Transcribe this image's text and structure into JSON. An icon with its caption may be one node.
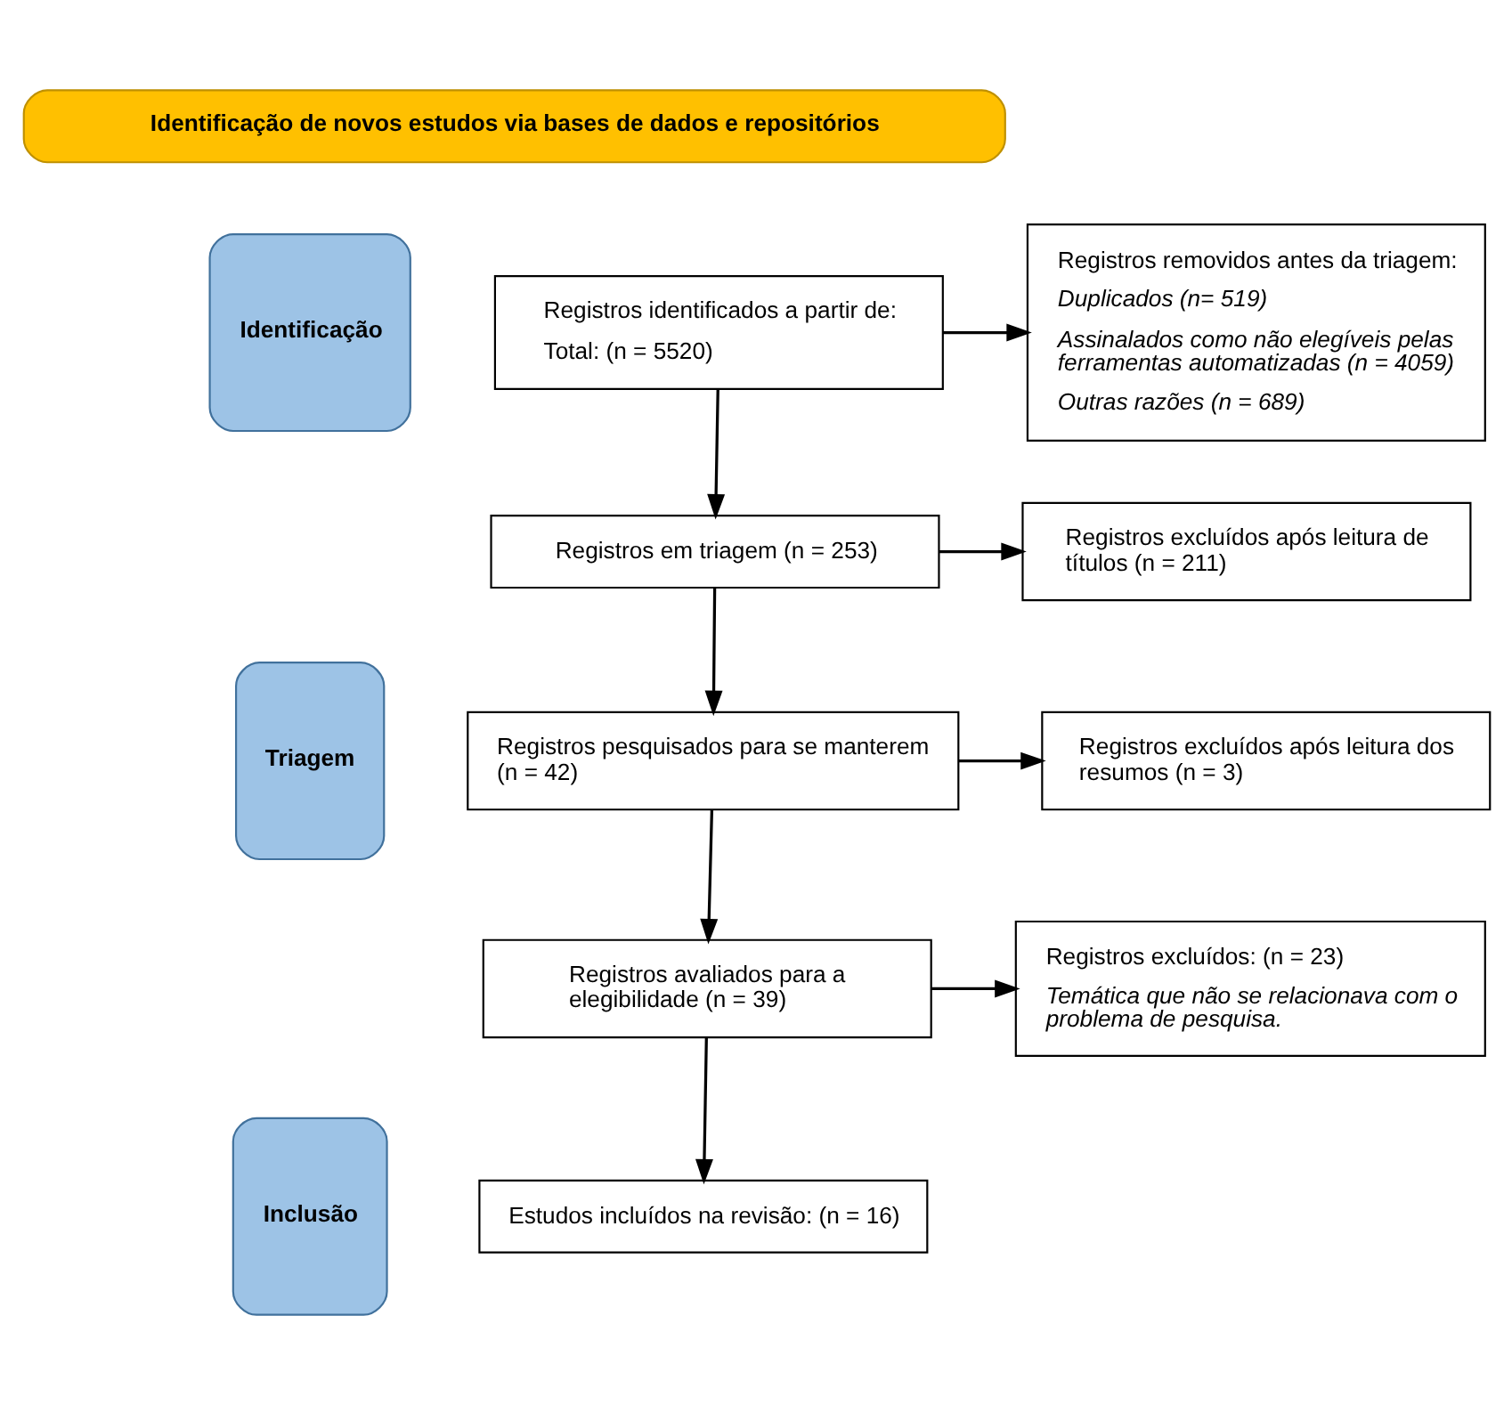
{
  "diagram": {
    "nodes": [
      {
        "text": [
          "Identificação de novos estudos via bases de dados e repositórios"
        ]
      },
      {
        "text": [
          "Identificação"
        ]
      },
      {
        "text": [
          "Triagem"
        ]
      },
      {
        "text": [
          "Inclusão"
        ]
      },
      {
        "text": [
          "Registros identificados a partir de:",
          "Total: (n = 5520)"
        ]
      },
      {
        "text": [
          "Registros removidos antes da triagem:",
          "Duplicados (n= 519)",
          "Assinalados como não elegíveis pelas ferramentas automatizadas (n = 4059)",
          "Outras razões (n = 689)"
        ]
      },
      {
        "text": [
          "Registros em triagem (n = 253)"
        ]
      },
      {
        "text": [
          "Registros excluídos após leitura de títulos (n = 211)"
        ]
      },
      {
        "text": [
          "Registros pesquisados para se manterem (n = 42)"
        ]
      },
      {
        "text": [
          "Registros excluídos após leitura dos resumos (n = 3)"
        ]
      },
      {
        "text": [
          "Registros avaliados para a elegibilidade (n = 39)"
        ]
      },
      {
        "text": [
          "Registros excluídos: (n = 23)",
          "Temática que não se relacionava com o problema de pesquisa."
        ]
      },
      {
        "text": [
          "Estudos incluídos na revisão: (n = 16)"
        ]
      }
    ],
    "edges": [
      {
        "from": 4,
        "to": 5,
        "arrow": "to"
      },
      {
        "from": 4,
        "to": 6,
        "arrow": "to"
      },
      {
        "from": 6,
        "to": 7,
        "arrow": "to"
      },
      {
        "from": 6,
        "to": 8,
        "arrow": "to"
      },
      {
        "from": 8,
        "to": 9,
        "arrow": "to"
      },
      {
        "from": 8,
        "to": 10,
        "arrow": "to"
      },
      {
        "from": 10,
        "to": 11,
        "arrow": "to"
      },
      {
        "from": 10,
        "to": 12,
        "arrow": "to"
      }
    ]
  }
}
